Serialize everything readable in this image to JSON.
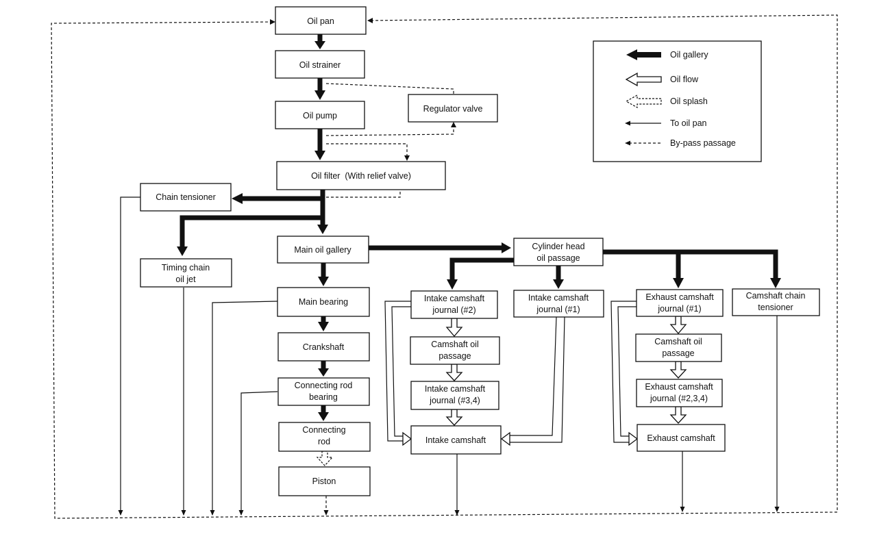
{
  "nodes": {
    "oil_pan": [
      "Oil pan"
    ],
    "oil_strainer": [
      "Oil strainer"
    ],
    "oil_pump": [
      "Oil pump"
    ],
    "regulator_valve": [
      "Regulator valve"
    ],
    "oil_filter": [
      "Oil filter  (With relief valve)"
    ],
    "chain_tensioner": [
      "Chain tensioner"
    ],
    "timing_chain_oil_jet": [
      "Timing chain",
      "oil jet"
    ],
    "main_oil_gallery": [
      "Main oil gallery"
    ],
    "cylinder_head_oil_passage": [
      "Cylinder head",
      "oil passage"
    ],
    "main_bearing": [
      "Main bearing"
    ],
    "crankshaft": [
      "Crankshaft"
    ],
    "connecting_rod_bearing": [
      "Connecting rod",
      "bearing"
    ],
    "connecting_rod": [
      "Connecting",
      "rod"
    ],
    "piston": [
      "Piston"
    ],
    "intake_camshaft_journal_2": [
      "Intake camshaft",
      "journal (#2)"
    ],
    "intake_camshaft_journal_1": [
      "Intake camshaft",
      "journal (#1)"
    ],
    "camshaft_oil_passage_intake": [
      "Camshaft oil",
      "passage"
    ],
    "intake_camshaft_journal_3_4": [
      "Intake camshaft",
      "journal (#3,4)"
    ],
    "intake_camshaft": [
      "Intake camshaft"
    ],
    "exhaust_camshaft_journal_1": [
      "Exhaust camshaft",
      "journal (#1)"
    ],
    "camshaft_chain_tensioner": [
      "Camshaft chain",
      "tensioner"
    ],
    "camshaft_oil_passage_exhaust": [
      "Camshaft oil",
      "passage"
    ],
    "exhaust_camshaft_journal_2_3_4": [
      "Exhaust camshaft",
      "journal (#2,3,4)"
    ],
    "exhaust_camshaft": [
      "Exhaust camshaft"
    ]
  },
  "legend": {
    "oil_gallery": "Oil gallery",
    "oil_flow": "Oil flow",
    "oil_splash": "Oil splash",
    "to_oil_pan": "To oil pan",
    "bypass_passage": "By-pass passage"
  }
}
